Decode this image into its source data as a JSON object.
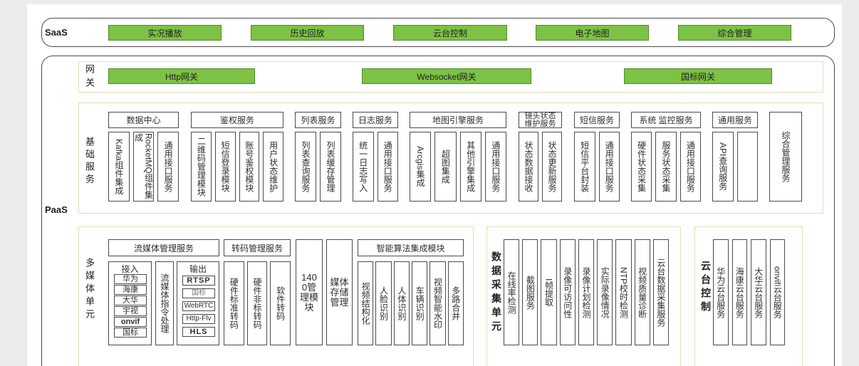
{
  "saas": {
    "label": "SaaS",
    "modules": [
      "实况播放",
      "历史回放",
      "云台控制",
      "电子地图",
      "综合管理"
    ]
  },
  "paas": {
    "label": "PaaS",
    "gateway": {
      "label": "网关",
      "items": [
        "Http网关",
        "Websocket网关",
        "国标网关"
      ]
    },
    "basic_services": {
      "label": "基础服务",
      "groups": [
        {
          "title": "数据中心",
          "items": [
            "Kafka组件集成",
            "RocketMQ组件集成",
            "通用接口服务"
          ]
        },
        {
          "title": "鉴权服务",
          "items": [
            "二维码管理模块",
            "短信登录模块",
            "账号鉴权模块",
            "用户状态维护"
          ]
        },
        {
          "title": "列表服务",
          "items": [
            "列表查询服务",
            "列表缓存管理"
          ]
        },
        {
          "title": "日志服务",
          "items": [
            "统一日志写入",
            "通用接口服务"
          ]
        },
        {
          "title": "地图引擎服务",
          "items": [
            "Arcgis集成",
            "超图集成",
            "其他引擎集成",
            "通用接口服务"
          ]
        },
        {
          "title": "镜头状态维护服务",
          "items": [
            "状态数据接收",
            "状态更新服务"
          ]
        },
        {
          "title": "短信服务",
          "items": [
            "短信平台封装",
            "通用接口服务"
          ]
        },
        {
          "title": "系统 监控服务",
          "items": [
            "硬件状态采集",
            "服务状态采集",
            "通用接口服务"
          ]
        },
        {
          "title": "通用服务",
          "items": [
            "API查询服务"
          ]
        }
      ],
      "standalone": "综合管理服务"
    },
    "multimedia": {
      "label": "多媒体单元",
      "streaming": {
        "title": "流媒体管理服务",
        "access": {
          "title": "接入",
          "items": [
            "华为",
            "海康",
            "大华",
            "宇视",
            "onvif",
            "国标"
          ]
        },
        "command": "流媒体指令处理",
        "output": {
          "title": "输出",
          "items": [
            "RTSP",
            "国标",
            "WebRTC",
            "Http-Flv",
            "HLS"
          ]
        }
      },
      "transcode": {
        "title": "转码管理服务",
        "items": [
          "硬件标准转码",
          "硬件非标转码",
          "软件转码"
        ]
      },
      "gat1400": "1400管理模块",
      "storage": "媒体存储管理",
      "ai": {
        "title": "智能算法集成模块",
        "items": [
          "视频结构化",
          "人脸识别",
          "人体识别",
          "车辆识别",
          "视频智能水印",
          "多路合并"
        ]
      }
    },
    "data_collection": {
      "label": "数据采集单元",
      "items": [
        "在线率检测",
        "截图服务",
        "I帧提取",
        "录像可访问性",
        "录像计划检测",
        "实际录像情况",
        "NTP校时检测",
        "视频质量诊断",
        "云台数据采集服务"
      ]
    },
    "ptz": {
      "label": "云台控制",
      "items": [
        "华为云台服务",
        "海康云台服务",
        "大华云台服务",
        "onvif云台服务"
      ]
    }
  },
  "colors": {
    "module_fill": "#7dc245",
    "module_border": "#4f8a2b",
    "zone_border": "#e8dbb9",
    "box_border": "#4a4a4a"
  }
}
